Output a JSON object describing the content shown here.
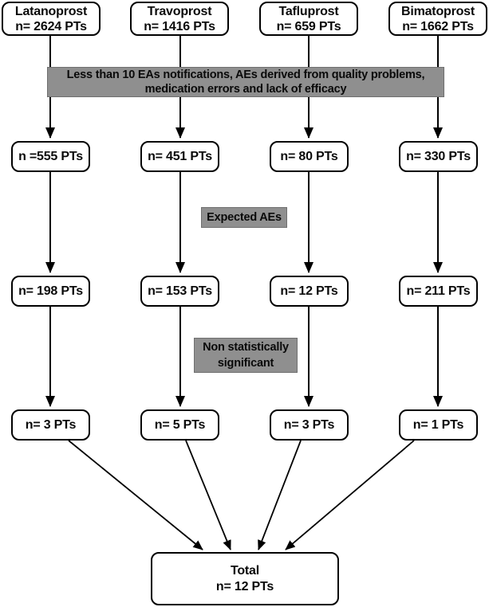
{
  "figure": {
    "columns": [
      {
        "drug": "Latanoprost",
        "initial": "n= 2624 PTs",
        "stage1": "n =555 PTs",
        "stage2": "n= 198 PTs",
        "stage3": "n= 3 PTs"
      },
      {
        "drug": "Travoprost",
        "initial": "n= 1416 PTs",
        "stage1": "n= 451 PTs",
        "stage2": "n= 153 PTs",
        "stage3": "n= 5 PTs"
      },
      {
        "drug": "Tafluprost",
        "initial": "n= 659 PTs",
        "stage1": "n= 80 PTs",
        "stage2": "n= 12 PTs",
        "stage3": "n= 3 PTs"
      },
      {
        "drug": "Bimatoprost",
        "initial": "n= 1662 PTs",
        "stage1": "n= 330 PTs",
        "stage2": "n= 211 PTs",
        "stage3": "n= 1 PTs"
      }
    ],
    "annotations": {
      "exclusion_lines": [
        "Less than 10 EAs notifications, AEs derived from quality problems,",
        "medication errors and lack of efficacy"
      ],
      "expected_aes": "Expected AEs",
      "non_significant_lines": [
        "Non statistically",
        "significant"
      ]
    },
    "total": {
      "title": "Total",
      "count": "n= 12 PTs"
    },
    "colors": {
      "annotation_bg": "#8f8f8f",
      "annotation_border": "#6f6f6f",
      "node_bg": "#ffffff",
      "node_border": "#000000",
      "arrow": "#000000"
    }
  }
}
